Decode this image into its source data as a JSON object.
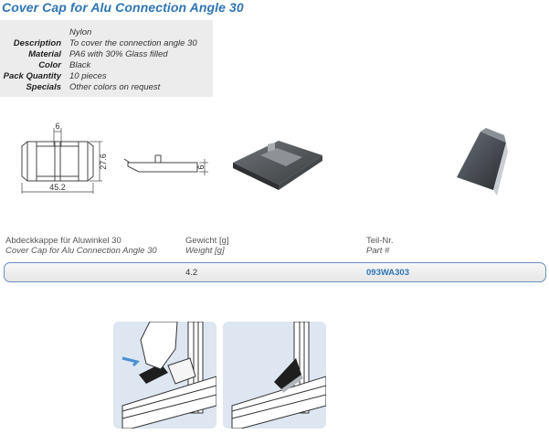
{
  "title": "Cover Cap for Alu Connection Angle 30",
  "specs": {
    "top_value": "Nylon",
    "rows": [
      {
        "label": "Description",
        "value": "To cover the connection angle 30"
      },
      {
        "label": "Material",
        "value": "PA6 with 30% Glass filled"
      },
      {
        "label": "Color",
        "value": "Black"
      },
      {
        "label": "Pack Quantity",
        "value": "10 pieces"
      },
      {
        "label": "Specials",
        "value": "Other colors on request"
      }
    ]
  },
  "drawing": {
    "dim_top": "6",
    "dim_right": "27.6",
    "dim_bottom": "45.2",
    "dim_side": "6"
  },
  "table": {
    "headers_de": [
      "Abdeckkappe für Aluwinkel 30",
      "Gewicht [g]",
      "Teil-Nr."
    ],
    "headers_en": [
      "Cover Cap for Alu Connection Angle 30",
      "Weight [g]",
      "Part #"
    ],
    "row": {
      "weight": "4.2",
      "part_number": "093WA303"
    }
  },
  "colors": {
    "accent": "#2e75b6",
    "border": "#6a8fc0"
  }
}
